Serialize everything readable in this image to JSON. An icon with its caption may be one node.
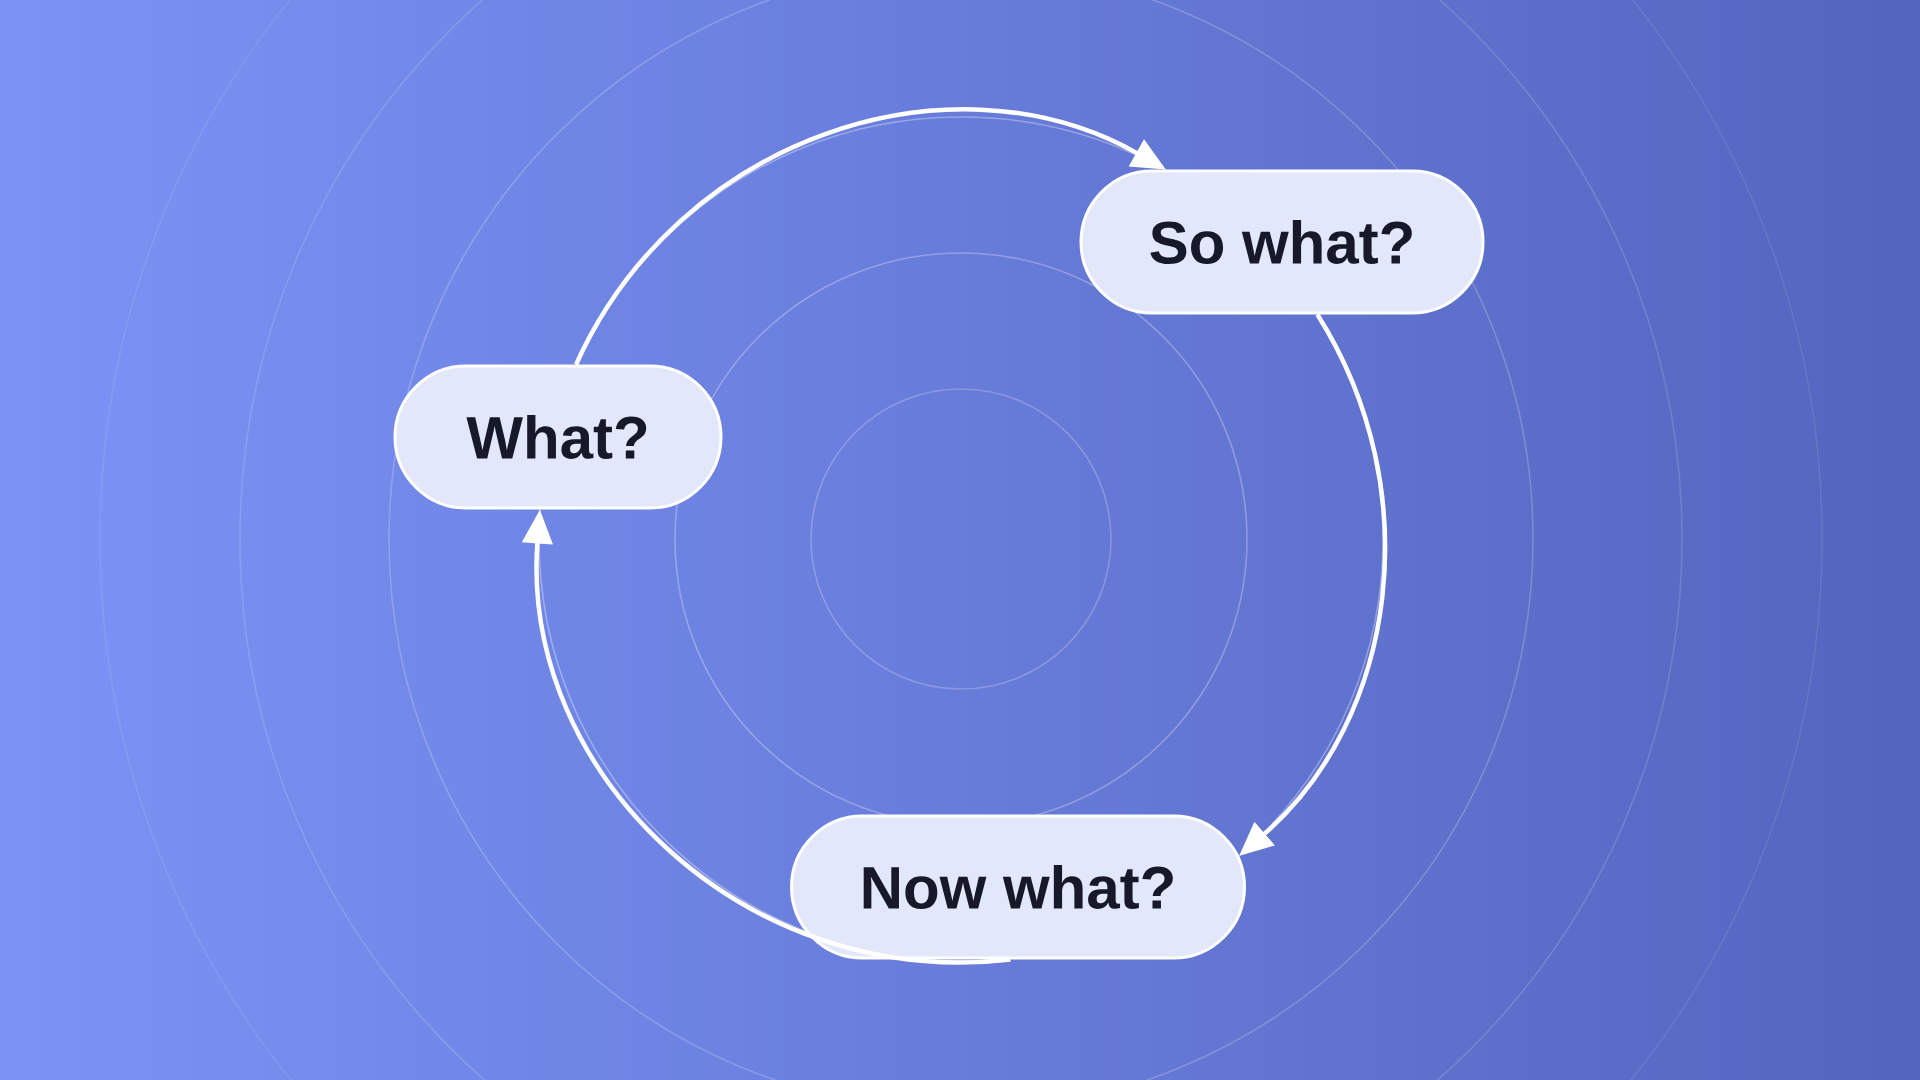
{
  "diagram": {
    "nodes": [
      {
        "text": [
          "What?"
        ]
      },
      {
        "text": [
          "So what?"
        ]
      },
      {
        "text": [
          "Now what?"
        ]
      }
    ],
    "edges": [
      {
        "from": 0,
        "to": 1,
        "arrow": "to"
      },
      {
        "from": 1,
        "to": 2,
        "arrow": "to"
      },
      {
        "from": 2,
        "to": 0,
        "arrow": "to"
      }
    ]
  }
}
